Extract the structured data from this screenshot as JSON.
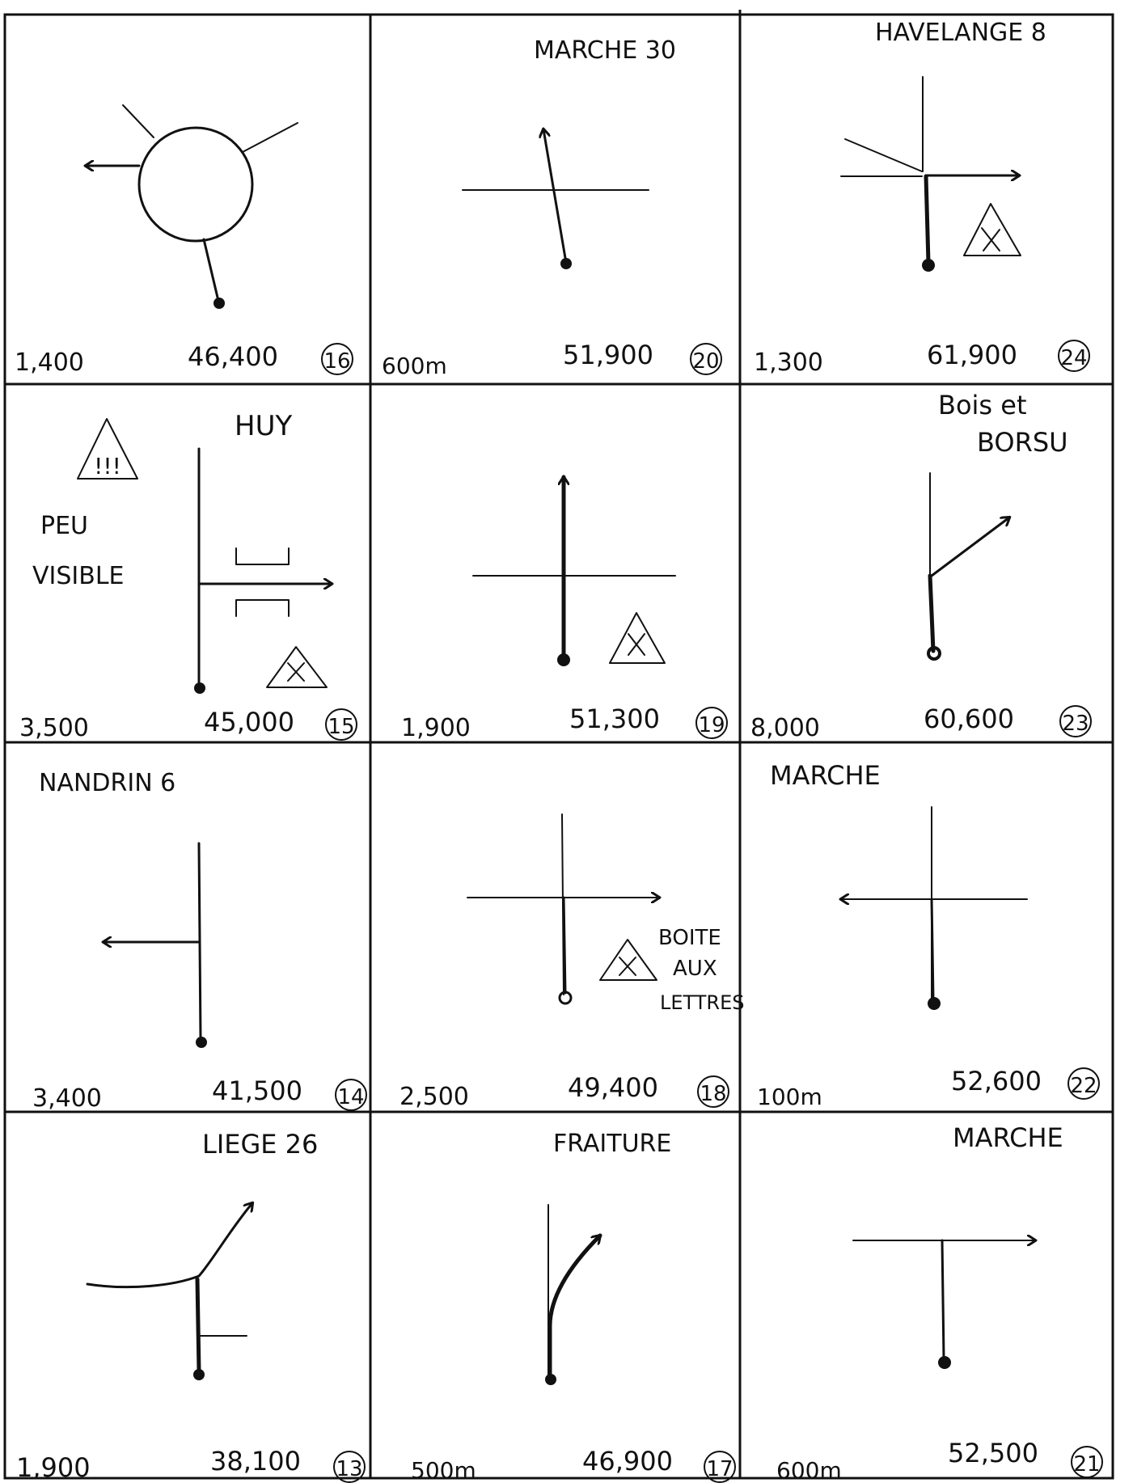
{
  "colors": {
    "paper": "#ffffff",
    "ink": "#111111"
  },
  "cells": {
    "c16": {
      "distance": "1,400",
      "km": "46,400",
      "number": "16",
      "title": ""
    },
    "c20": {
      "distance": "600m",
      "km": "51,900",
      "number": "20",
      "title": "MARCHE 30"
    },
    "c24": {
      "distance": "1,300",
      "km": "61,900",
      "number": "24",
      "title": "HAVELANGE 8"
    },
    "c15": {
      "distance": "3,500",
      "km": "45,000",
      "number": "15",
      "title": "HUY",
      "note_line1": "PEU",
      "note_line2": "VISIBLE",
      "warning_text": "!!!"
    },
    "c19": {
      "distance": "1,900",
      "km": "51,300",
      "number": "19",
      "title": ""
    },
    "c23": {
      "distance": "8,000",
      "km": "60,600",
      "number": "23",
      "title_line1": "Bois et",
      "title_line2": "BORSU"
    },
    "c14": {
      "distance": "3,400",
      "km": "41,500",
      "number": "14",
      "title": "NANDRIN 6"
    },
    "c18": {
      "distance": "2,500",
      "km": "49,400",
      "number": "18",
      "title": "",
      "note_line1": "BOITE",
      "note_line2": "AUX",
      "note_line3": "LETTRES"
    },
    "c22": {
      "distance": "100m",
      "km": "52,600",
      "number": "22",
      "title": "MARCHE"
    },
    "c13": {
      "distance": "1,900",
      "km": "38,100",
      "number": "13",
      "title": "LIEGE 26"
    },
    "c17": {
      "distance": "500m",
      "km": "46,900",
      "number": "17",
      "title": "FRAITURE"
    },
    "c21": {
      "distance": "600m",
      "km": "52,500",
      "number": "21",
      "title": "MARCHE"
    }
  },
  "icons": {
    "roundabout": "roundabout-icon",
    "crossroads": "crossroads-icon",
    "triangle_x": "triangle-x-icon",
    "warning_triangle": "warning-triangle-icon"
  }
}
